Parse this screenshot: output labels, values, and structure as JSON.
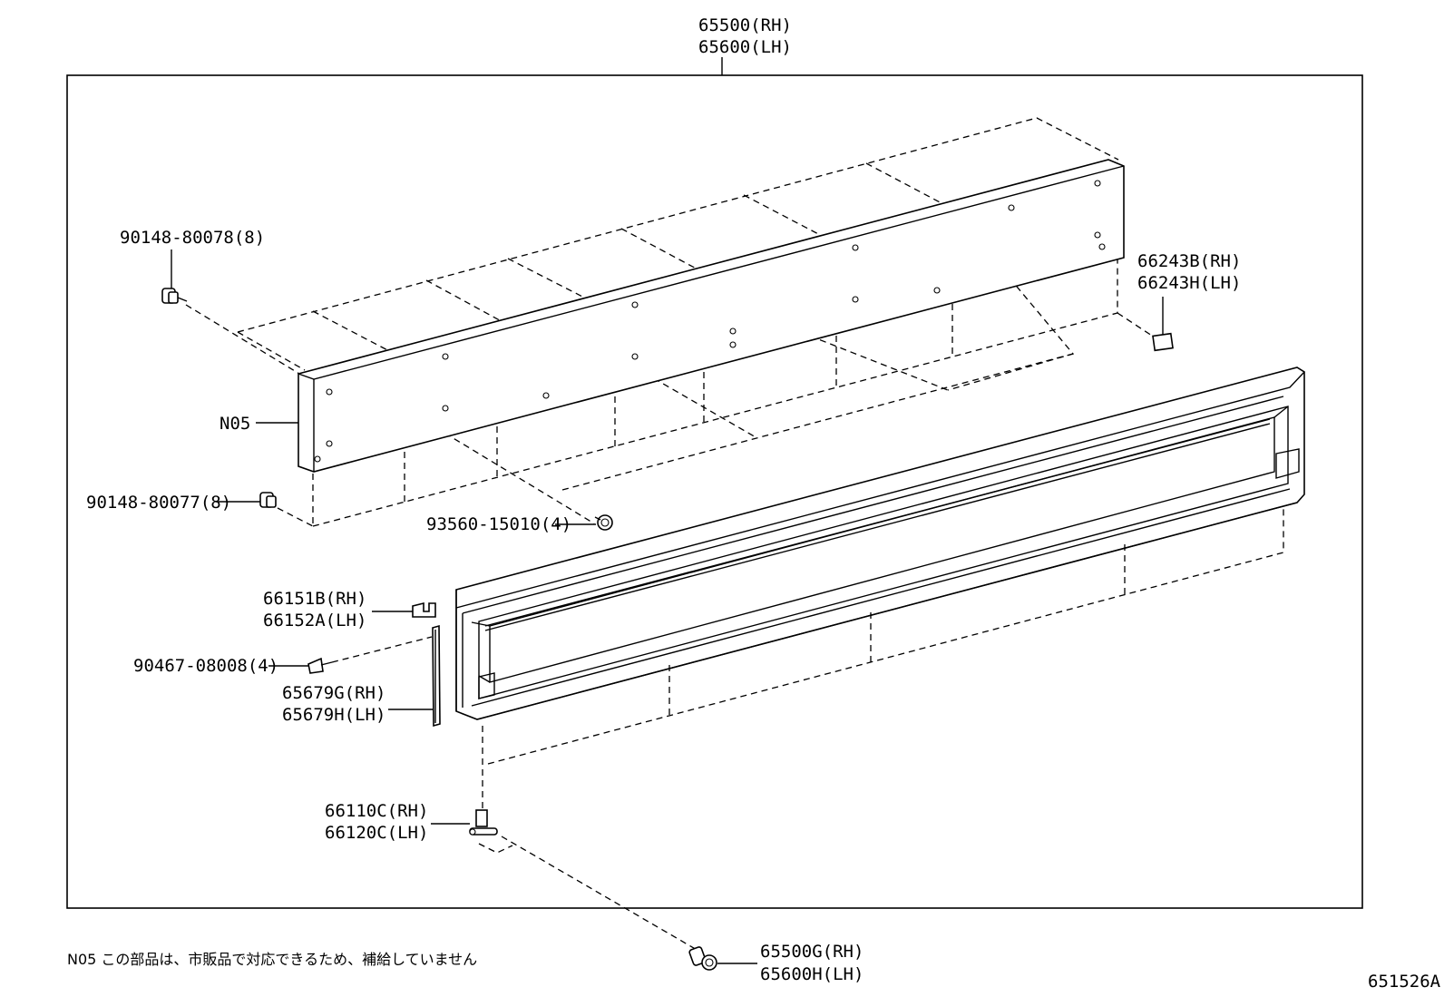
{
  "diagram": {
    "top_callout": {
      "line1": "65500(RH)",
      "line2": "65600(LH)"
    },
    "labels": {
      "bolt_upper": "90148-80078(8)",
      "board": "N05",
      "bolt_lower": "90148-80077(8)",
      "bolt_center": "93560-15010(4)",
      "plate_rh": "66243B(RH)",
      "plate_lh": "66243H(LH)",
      "bracket_rh": "66151B(RH)",
      "bracket_lh": "66152A(LH)",
      "clip": "90467-08008(4)",
      "seal_rh": "65679G(RH)",
      "seal_lh": "65679H(LH)",
      "hinge_rh": "66110C(RH)",
      "hinge_lh": "66120C(LH)",
      "hinge_bolt_rh": "65500G(RH)",
      "hinge_bolt_lh": "65600H(LH)"
    },
    "footnote": "N05 この部品は、市販品で対応できるため、補給していません",
    "figure_id": "651526A"
  }
}
